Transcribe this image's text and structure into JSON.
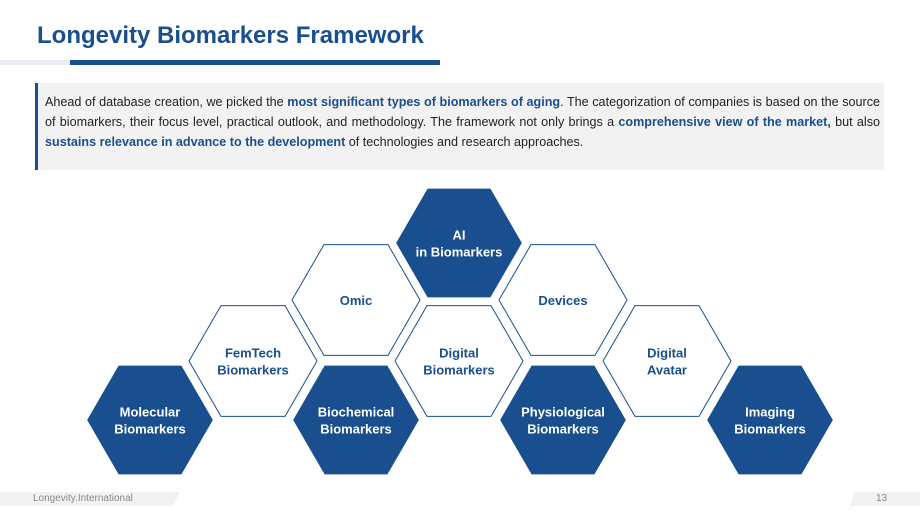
{
  "slide": {
    "title": "Longevity Biomarkers Framework",
    "intro": [
      {
        "text": "Ahead of database creation, we picked the ",
        "highlight": false
      },
      {
        "text": "most significant types of biomarkers of aging",
        "highlight": true
      },
      {
        "text": ". The categorization of companies is based on the source of biomarkers, their focus level, practical outlook, and methodology. The framework not only brings a ",
        "highlight": false
      },
      {
        "text": "comprehensive view of the market,",
        "highlight": true
      },
      {
        "text": " but also ",
        "highlight": false
      },
      {
        "text": "sustains relevance in advance to the development",
        "highlight": true
      },
      {
        "text": " of technologies and research approaches.",
        "highlight": false
      }
    ]
  },
  "hexagons": [
    {
      "label": [
        "AI",
        "in Biomarkers"
      ],
      "style": "filled"
    },
    {
      "label": [
        "Omic"
      ],
      "style": "outline"
    },
    {
      "label": [
        "Devices"
      ],
      "style": "outline"
    },
    {
      "label": [
        "FemTech",
        "Biomarkers"
      ],
      "style": "outline"
    },
    {
      "label": [
        "Digital",
        "Biomarkers"
      ],
      "style": "outline"
    },
    {
      "label": [
        "Digital",
        "Avatar"
      ],
      "style": "outline"
    },
    {
      "label": [
        "Molecular",
        "Biomarkers"
      ],
      "style": "filled"
    },
    {
      "label": [
        "Biochemical",
        "Biomarkers"
      ],
      "style": "filled"
    },
    {
      "label": [
        "Physiological",
        "Biomarkers"
      ],
      "style": "filled"
    },
    {
      "label": [
        "Imaging",
        "Biomarkers"
      ],
      "style": "filled"
    }
  ],
  "colors": {
    "brand_blue": "#1a4f8f",
    "filled_text": "#ffffff",
    "outline_text": "#1a4f8f"
  },
  "footer": {
    "site": "Longevity.International",
    "page_number": "13"
  }
}
